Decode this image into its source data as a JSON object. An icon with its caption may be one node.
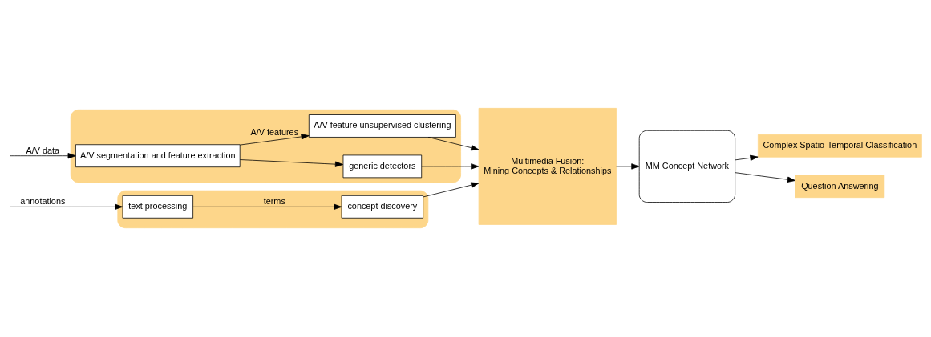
{
  "diagram": {
    "nodes": [
      {
        "text": [],
        "shape": "box"
      },
      {
        "text": [
          "text processing"
        ],
        "in": 0
      },
      {
        "text": [
          "concept discovery"
        ],
        "in": 0
      },
      {
        "text": [],
        "shape": "box"
      },
      {
        "text": [
          "A/V segmentation and feature extraction"
        ],
        "in": 3
      },
      {
        "text": [
          "A/V feature unsupervised clustering"
        ],
        "in": 3
      },
      {
        "text": [
          "generic detectors"
        ],
        "in": 3
      },
      {
        "text": [
          "Multimedia Fusion:",
          "Mining Concepts & Relationships"
        ]
      },
      {
        "text": [
          "MM Concept Network"
        ]
      },
      {
        "text": [
          "Complex Spatio-Temporal Classification"
        ]
      },
      {
        "text": [
          "Question Answering"
        ]
      }
    ],
    "edges": [
      {
        "from": null,
        "to": 1,
        "arrow": "to",
        "label": "annotations"
      },
      {
        "from": 1,
        "to": 2,
        "arrow": "to",
        "label": "terms"
      },
      {
        "from": 2,
        "to": 7,
        "arrow": "to"
      },
      {
        "from": null,
        "to": 4,
        "arrow": "to",
        "label": "A/V data"
      },
      {
        "from": 4,
        "to": 5,
        "arrow": "to",
        "label": "A/V features"
      },
      {
        "from": 4,
        "to": 6,
        "arrow": "to"
      },
      {
        "from": 5,
        "to": 7,
        "arrow": "to"
      },
      {
        "from": 6,
        "to": 7,
        "arrow": "to"
      },
      {
        "from": 7,
        "to": 8,
        "arrow": "to"
      },
      {
        "from": 8,
        "to": 9,
        "arrow": "to"
      },
      {
        "from": 8,
        "to": 10,
        "arrow": "to"
      }
    ]
  }
}
